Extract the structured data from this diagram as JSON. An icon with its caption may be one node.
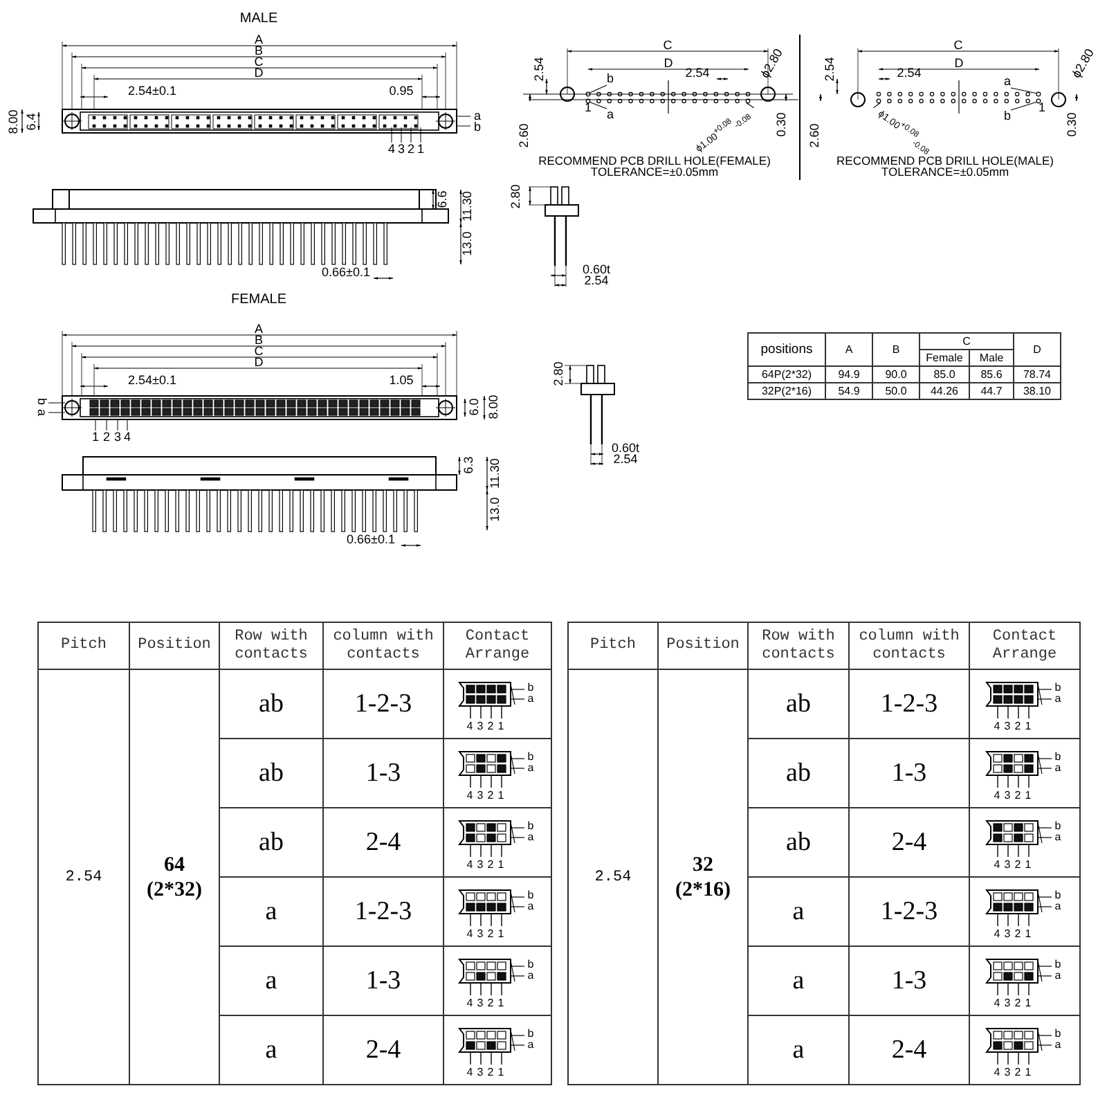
{
  "diagram": {
    "nodes": [
      {
        "text": [
          "b"
        ]
      },
      {
        "text": [],
        "shape": "circle"
      },
      {
        "text": [
          "a"
        ]
      },
      {
        "text": [],
        "shape": "circle"
      },
      {
        "text": [
          "ϕ1.00$^{+0.08}$$_{-0.08}$"
        ]
      },
      {
        "text": [],
        "shape": "circle"
      },
      {
        "text": [
          "a"
        ]
      },
      {
        "text": [],
        "shape": "circle"
      },
      {
        "text": [
          "b"
        ]
      },
      {
        "text": [],
        "shape": "circle"
      },
      {
        "text": [
          "ϕ1.00$^{+0.08}$$_{-0.08}$"
        ]
      },
      {
        "text": [],
        "shape": "circle"
      }
    ],
    "edges": [
      {
        "from": 0,
        "to": 1,
        "arrow": "none"
      },
      {
        "from": 2,
        "to": 3,
        "arrow": "none"
      },
      {
        "from": 4,
        "to": 5,
        "arrow": "none"
      },
      {
        "from": 6,
        "to": 7,
        "arrow": "none"
      },
      {
        "from": 8,
        "to": 9,
        "arrow": "none"
      },
      {
        "from": 10,
        "to": 11,
        "arrow": "none"
      }
    ],
    "labels": [
      "MALE",
      "A",
      "B",
      "C",
      "D",
      "2.54±0.1",
      "0.95",
      "8.00",
      "6.4",
      "a",
      "b",
      "4",
      "3",
      "2",
      "1",
      "6.6",
      "11.30",
      "13.0",
      "0.66±0.1",
      "2.80",
      "0.60t",
      "2.54",
      "C",
      "2.54",
      "ϕ2.80",
      "D",
      "2.54",
      "1",
      "2.60",
      "0.30",
      "RECOMMEND PCB DRILL HOLE(FEMALE)",
      "TOLERANCE=±0.05mm",
      "C",
      "2.54",
      "ϕ2.80",
      "D",
      "2.54",
      "1",
      "2.60",
      "0.30",
      "RECOMMEND PCB DRILL HOLE(MALE)",
      "TOLERANCE=±0.05mm",
      "FEMALE",
      "A",
      "B",
      "C",
      "D",
      "2.54±0.1",
      "1.05",
      "b",
      "a",
      "6.0",
      "8.00",
      "1",
      "2",
      "3",
      "4",
      "6.3",
      "11.30",
      "13.0",
      "0.66±0.1",
      "2.80",
      "0.60t",
      "2.54",
      "positions",
      "A",
      "B",
      "C",
      "D",
      "Female",
      "Male",
      "64P(2*32)",
      "94.9",
      "90.0",
      "85.0",
      "85.6",
      "78.74",
      "32P(2*16)",
      "54.9",
      "50.0",
      "44.26",
      "44.7",
      "38.10",
      "Pitch",
      "Position",
      "Row with contacts",
      "column with contacts",
      "Contact Arrange",
      "2.54",
      "64 (2*32)",
      "ab",
      "1-2-3",
      "b",
      "a",
      "4",
      "3",
      "2",
      "1",
      "ab",
      "1-3",
      "b",
      "a",
      "4",
      "3",
      "2",
      "1",
      "ab",
      "2-4",
      "b",
      "a",
      "4",
      "3",
      "2",
      "1",
      "a",
      "1-2-3",
      "b",
      "a",
      "4",
      "3",
      "2",
      "1",
      "a",
      "1-3",
      "b",
      "a",
      "4",
      "3",
      "2",
      "1",
      "a",
      "2-4",
      "b",
      "a",
      "4",
      "3",
      "2",
      "1",
      "Pitch",
      "Position",
      "Row with contacts",
      "column with contacts",
      "Contact Arrange",
      "2.54",
      "32 (2*16)",
      "ab",
      "1-2-3",
      "b",
      "a",
      "4",
      "3",
      "2",
      "1",
      "ab",
      "1-3",
      "b",
      "a",
      "4",
      "3",
      "2",
      "1",
      "ab",
      "2-4",
      "b",
      "a",
      "4",
      "3",
      "2",
      "1",
      "a",
      "1-2-3",
      "b",
      "a",
      "4",
      "3",
      "2",
      "1",
      "a",
      "1-3",
      "b",
      "a",
      "4",
      "3",
      "2",
      "1",
      "a",
      "2-4",
      "b",
      "a",
      "4",
      "3",
      "2",
      "1"
    ]
  }
}
